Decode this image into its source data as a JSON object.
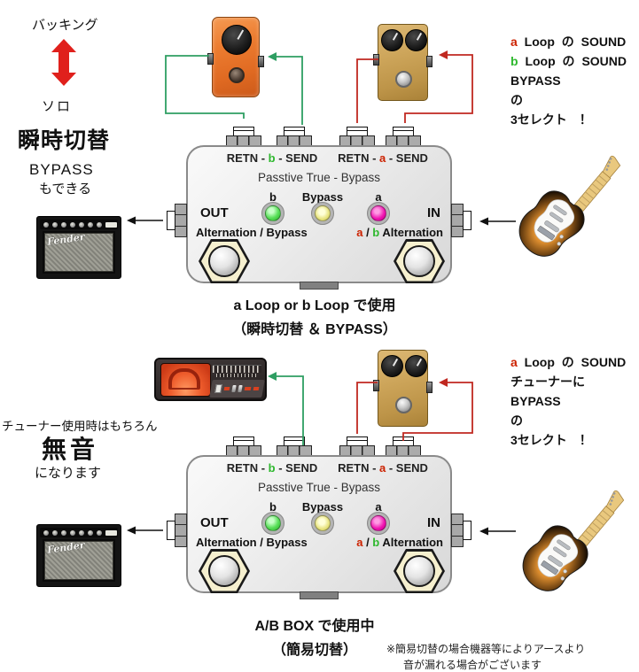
{
  "colors": {
    "wire_green": "#2e9e62",
    "wire_red": "#c02820",
    "arrow_red": "#e0201c",
    "char_red": "#cc2200",
    "char_green": "#2eb82e",
    "led_b": "#58e058",
    "led_bypass": "#e8e480",
    "led_a": "#ee10ae"
  },
  "top_left": {
    "backing": "バッキング",
    "solo": "ソロ",
    "title": "瞬時切替",
    "bypass": "BYPASS",
    "bypass_sub": "もできる"
  },
  "bottom_left": {
    "line1": "チューナー使用時はもちろん",
    "title": "無音",
    "sub": "になります"
  },
  "select_top": {
    "l1a": "a",
    "l1b": " Loop の SOUND",
    "l2a": "b",
    "l2b": " Loop の SOUND",
    "l3": "BYPASS",
    "l4": "の",
    "l5": "3セレクト　！"
  },
  "select_bottom": {
    "l1a": "a",
    "l1b": " Loop の SOUND",
    "l2": "チューナーに",
    "l3": "BYPASS",
    "l4": "の",
    "l5": "3セレクト　！"
  },
  "device": {
    "loop_b_pre": "RETN - ",
    "loop_b_ch": "b",
    "loop_b_post": " - SEND",
    "loop_a_pre": "RETN - ",
    "loop_a_ch": "a",
    "loop_a_post": " - SEND",
    "subtitle": "Passtive True - Bypass",
    "out": "OUT",
    "in": "IN",
    "led_b": "b",
    "led_bypass": "Bypass",
    "led_a": "a",
    "alt_left": "Alternation / Bypass",
    "alt_r_a": "a",
    "alt_r_slash": " / ",
    "alt_r_b": "b",
    "alt_r_rest": " Alternation"
  },
  "captions": {
    "top1": "a Loop or b Loop で使用",
    "top2": "（瞬時切替 ＆ BYPASS）",
    "bottom1": "A/B BOX で使用中",
    "bottom2": "（簡易切替）",
    "note1": "※簡易切替の場合機器等によりアースより",
    "note2": "音が漏れる場合がございます"
  },
  "amp": {
    "logo": "Fender"
  }
}
